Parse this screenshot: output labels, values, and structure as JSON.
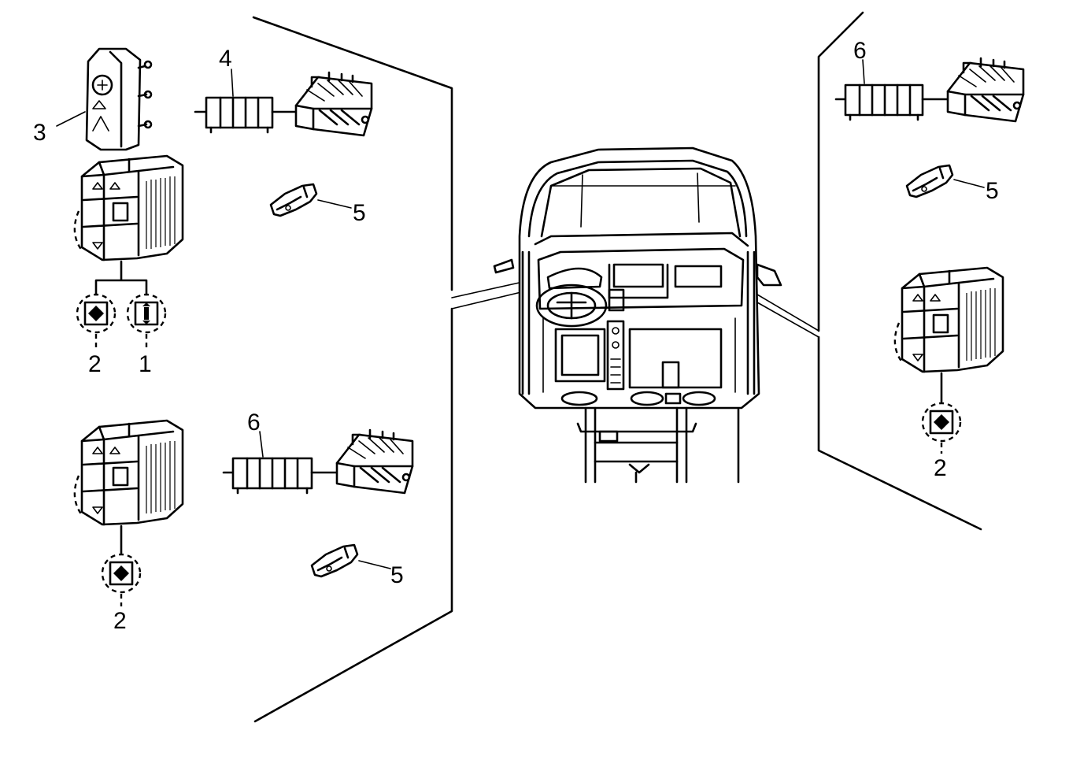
{
  "callouts": {
    "cap_label": "3",
    "connector_top_left_label": "4",
    "clip_top_left_label": "5",
    "switch_top_left_label_a": "2",
    "switch_top_left_label_b": "1",
    "connector_bottom_left_label": "6",
    "clip_bottom_left_label": "5",
    "switch_bottom_left_label": "2",
    "connector_right_label": "6",
    "clip_right_label": "5",
    "switch_right_label": "2"
  }
}
